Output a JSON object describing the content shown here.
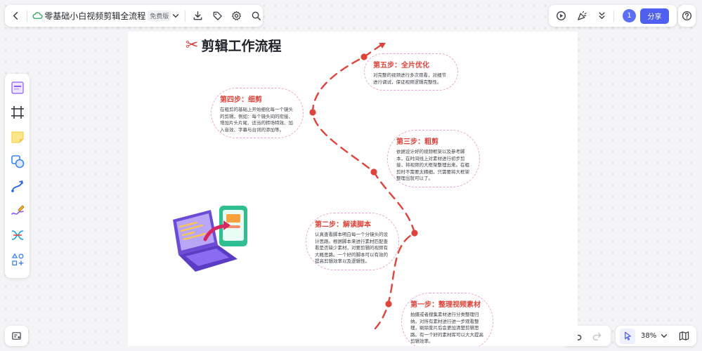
{
  "header": {
    "doc_title": "零基础小白视频剪辑全流程",
    "badge": "免费版",
    "avatar_count": "1",
    "share_label": "分享"
  },
  "zoom": {
    "level": "38%"
  },
  "canvas": {
    "title": "剪辑工作流程",
    "steps": [
      {
        "title": "第五步：全片优化",
        "text": "对完整的视频进行多次观看，对细节进行调试，保证视频逻辑完整性。"
      },
      {
        "title": "第四步：细剪",
        "text": "在粗剪的基础上开始细化每一个镜头的剪辑，例如：每个镜头间的衔接、增加片头片尾、适当的转场特效、加入音效、字幕与台词的添加等。"
      },
      {
        "title": "第三步：粗剪",
        "text": "依据设计好的视频框架以及参考脚本，在时间线上对素材进行初步剪接，将视频的大框架整理出来。在粗剪时不需要太精细，只需要将大框架整理出就可以了。"
      },
      {
        "title": "第二步：解读脚本",
        "text": "认真查看脚本明白每一个分镜头的设计思路。根据脚本来进行素材匹配查看是否缺少素材，对要剪辑的视频有大概思路。一个好的脚本可以有效的提高剪辑效率以及逻辑性。"
      },
      {
        "title": "第一步：整理视频素材",
        "text": "拍摄或者搜集素材进行分类整理归纳。对所有素材进行进一步观看整理，剔除废片后会更加清楚剪辑思路。有一个好的素材库可以大大提高剪辑效率。"
      }
    ]
  },
  "colors": {
    "accent": "#4f5ff0",
    "path_red": "#e0433a",
    "bubble_border": "#eaa7d3"
  }
}
